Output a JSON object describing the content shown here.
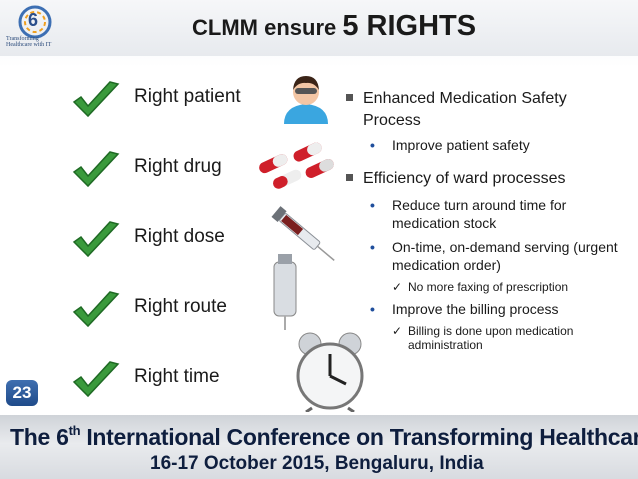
{
  "logo": {
    "number": "6",
    "line1": "Transforming",
    "line2": "Healthcare with IT"
  },
  "title": {
    "prefix": "CLMM ensure ",
    "highlight": "5 RIGHTS"
  },
  "rights": [
    "Right patient",
    "Right drug",
    "Right dose",
    "Right route",
    "Right time"
  ],
  "bullets": [
    {
      "text": "Enhanced Medication Safety Process",
      "subs": [
        {
          "text": "Improve patient safety",
          "checks": []
        }
      ]
    },
    {
      "text": "Efficiency of ward processes",
      "subs": [
        {
          "text": "Reduce turn around time for medication stock",
          "checks": []
        },
        {
          "text": "On-time, on-demand serving (urgent medication order)",
          "checks": [
            "No more faxing of prescription"
          ]
        },
        {
          "text": "Improve the billing process",
          "checks": [
            "Billing is done upon medication administration"
          ]
        }
      ]
    }
  ],
  "page_number": "23",
  "footer": {
    "conference_pre": "The 6",
    "conference_sup": "th",
    "conference_post": " International Conference on Transforming Healthcare With IT",
    "dates": "16-17 October 2015, Bengaluru, India"
  },
  "colors": {
    "check_green": "#3a9a3c",
    "accent_blue": "#1f4e9c",
    "footer_text": "#0e1e3e"
  },
  "icons": [
    "checkmark-icon",
    "patient-avatar-icon",
    "pills-icon",
    "syringe-icon",
    "iv-bottle-icon",
    "alarm-clock-icon"
  ]
}
